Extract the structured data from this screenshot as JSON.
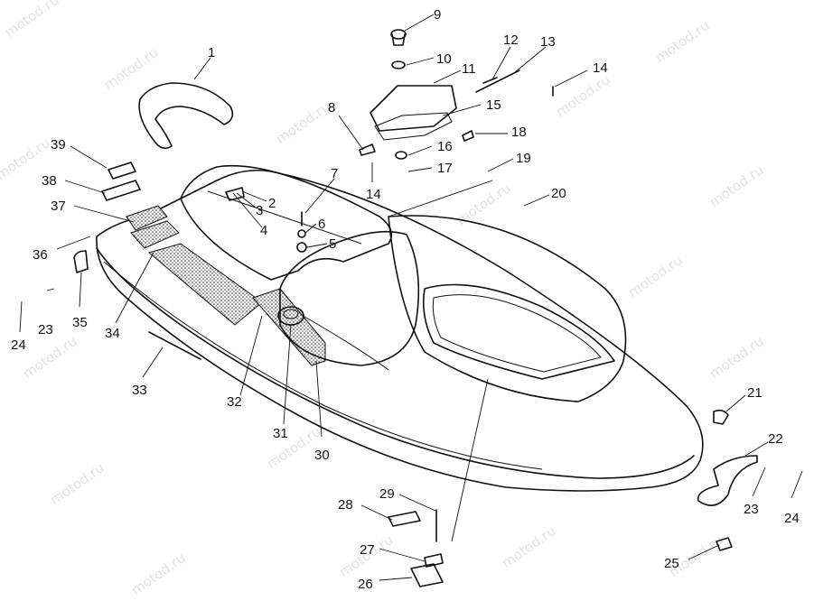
{
  "watermark": "motod.ru",
  "callouts": [
    {
      "id": "c1",
      "text": "1"
    },
    {
      "id": "c2",
      "text": "2"
    },
    {
      "id": "c3",
      "text": "3"
    },
    {
      "id": "c4",
      "text": "4"
    },
    {
      "id": "c5",
      "text": "5"
    },
    {
      "id": "c6",
      "text": "6"
    },
    {
      "id": "c7",
      "text": "7"
    },
    {
      "id": "c8",
      "text": "8"
    },
    {
      "id": "c9",
      "text": "9"
    },
    {
      "id": "c10",
      "text": "10"
    },
    {
      "id": "c11",
      "text": "11"
    },
    {
      "id": "c12",
      "text": "12"
    },
    {
      "id": "c13",
      "text": "13"
    },
    {
      "id": "c14a",
      "text": "14"
    },
    {
      "id": "c14b",
      "text": "14"
    },
    {
      "id": "c15",
      "text": "15"
    },
    {
      "id": "c16",
      "text": "16"
    },
    {
      "id": "c17",
      "text": "17"
    },
    {
      "id": "c18",
      "text": "18"
    },
    {
      "id": "c19",
      "text": "19"
    },
    {
      "id": "c20",
      "text": "20"
    },
    {
      "id": "c21",
      "text": "21"
    },
    {
      "id": "c22",
      "text": "22"
    },
    {
      "id": "c23a",
      "text": "23"
    },
    {
      "id": "c23b",
      "text": "23"
    },
    {
      "id": "c24a",
      "text": "24"
    },
    {
      "id": "c24b",
      "text": "24"
    },
    {
      "id": "c25",
      "text": "25"
    },
    {
      "id": "c26",
      "text": "26"
    },
    {
      "id": "c27",
      "text": "27"
    },
    {
      "id": "c28",
      "text": "28"
    },
    {
      "id": "c29",
      "text": "29"
    },
    {
      "id": "c30",
      "text": "30"
    },
    {
      "id": "c31",
      "text": "31"
    },
    {
      "id": "c32",
      "text": "32"
    },
    {
      "id": "c33",
      "text": "33"
    },
    {
      "id": "c34",
      "text": "34"
    },
    {
      "id": "c35",
      "text": "35"
    },
    {
      "id": "c36",
      "text": "36"
    },
    {
      "id": "c37",
      "text": "37"
    },
    {
      "id": "c38",
      "text": "38"
    },
    {
      "id": "c39",
      "text": "39"
    }
  ]
}
